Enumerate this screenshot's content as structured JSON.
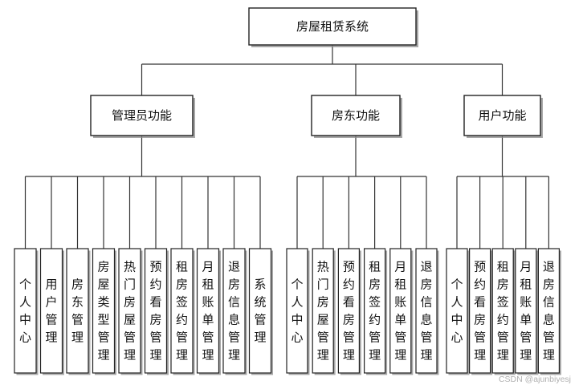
{
  "root": {
    "label": "房屋租赁系统"
  },
  "groups": [
    {
      "label": "管理员功能",
      "items": [
        "个人中心",
        "用户管理",
        "房东管理",
        "房屋类型管理",
        "热门房屋管理",
        "预约看房管理",
        "租房签约管理",
        "月租账单管理",
        "退房信息管理",
        "系统管理"
      ]
    },
    {
      "label": "房东功能",
      "items": [
        "个人中心",
        "热门房屋管理",
        "预约看房管理",
        "租房签约管理",
        "月租账单管理",
        "退房信息管理"
      ]
    },
    {
      "label": "用户功能",
      "items": [
        "个人中心",
        "预约看房管理",
        "租房签约管理",
        "月租账单管理",
        "退房信息管理"
      ]
    }
  ],
  "watermark": "CSDN @ajunbiyesj",
  "colors": {
    "line": "#333333",
    "box_border": "#222222",
    "text": "#111111",
    "watermark": "#b0b0b0"
  }
}
